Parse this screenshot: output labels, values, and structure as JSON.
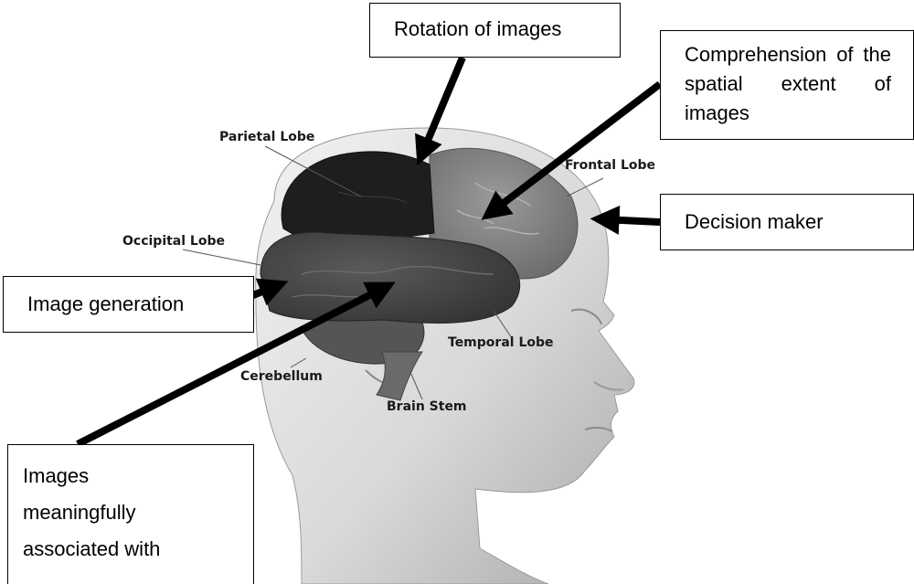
{
  "callouts": {
    "rotation": "Rotation of images",
    "comprehension": "Comprehension of the spatial extent of images",
    "decision": "Decision maker",
    "generation": "Image generation",
    "images_lines": [
      "Images",
      "meaningfully",
      "associated with"
    ]
  },
  "lobes": {
    "parietal": "Parietal Lobe",
    "frontal": "Frontal Lobe",
    "occipital": "Occipital Lobe",
    "temporal": "Temporal Lobe",
    "cerebellum": "Cerebellum",
    "brain_stem": "Brain Stem"
  },
  "colors": {
    "arrow": "#000000",
    "head_skin": "#d9d9d9",
    "parietal": "#1e1e1e",
    "frontal": "#8a8a8a",
    "temporal": "#4a4a4a",
    "cerebellum": "#555555"
  }
}
